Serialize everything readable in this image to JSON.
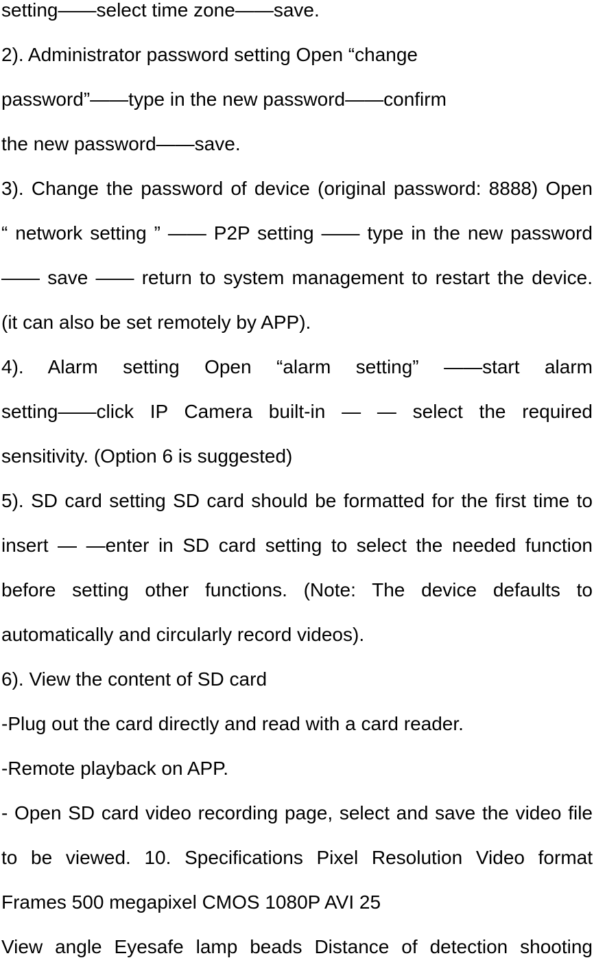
{
  "page": {
    "background_color": "#ffffff",
    "text_color": "#000000",
    "kind": "user-manual-text-page",
    "lines": [
      {
        "text": "setting——select time zone——save."
      },
      {
        "text": "2). Administrator password setting Open “change"
      },
      {
        "text": "password”——type in the new password——confirm"
      },
      {
        "text": "the new password——save."
      },
      {
        "text": "3). Change the password of device (original password: 8888) Open"
      },
      {
        "text": "“ network setting ” —— P2P setting —— type in the new password"
      },
      {
        "text": "—— save —— return to system management to restart the device."
      },
      {
        "text": "(it can also be set remotely by APP)."
      },
      {
        "text": "4). Alarm setting Open “alarm setting” ——start alarm"
      },
      {
        "text": "setting——click IP Camera built-in — — select the required"
      },
      {
        "text": "sensitivity. (Option 6 is suggested)"
      },
      {
        "text": "5). SD card setting SD card should be formatted for the first time to"
      },
      {
        "text": "insert — —enter in SD card setting to select the needed function"
      },
      {
        "text": "before setting other functions. (Note: The device defaults to"
      },
      {
        "text": "automatically and circularly record videos)."
      },
      {
        "text": "6). View the content of SD card"
      },
      {
        "text": "-Plug out the card directly and read with a card reader."
      },
      {
        "text": "-Remote playback on APP."
      },
      {
        "text": "- Open SD card video recording page, select and save the video file"
      },
      {
        "text": "to be viewed. 10. Specifications Pixel Resolution Video format"
      },
      {
        "text": "Frames 500 megapixel CMOS 1080P AVI 25"
      },
      {
        "text": "View angle Eyesafe lamp beads Distance of detection shooting"
      }
    ]
  }
}
